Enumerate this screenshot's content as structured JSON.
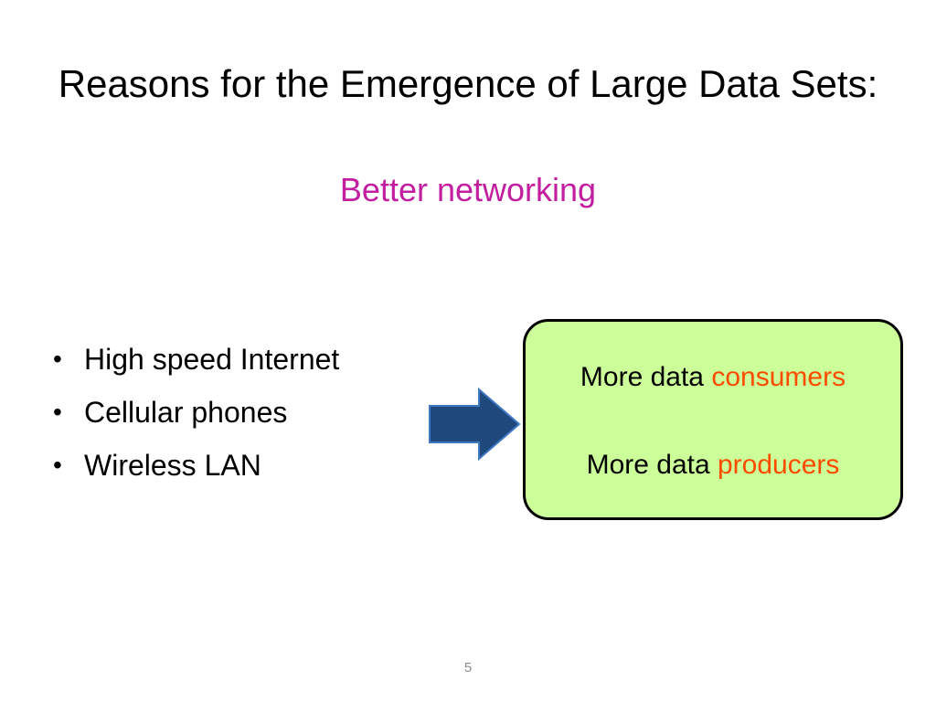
{
  "slide": {
    "title": "Reasons for the Emergence of Large Data Sets:",
    "subtitle": "Better networking",
    "bullets": [
      {
        "label": "High speed Internet"
      },
      {
        "label": "Cellular phones"
      },
      {
        "label": "Wireless LAN"
      }
    ],
    "box": {
      "lines": [
        {
          "prefix": "More data",
          "highlight": "consumers"
        },
        {
          "prefix": "More data",
          "highlight": "producers"
        }
      ]
    },
    "page_number": "5"
  },
  "colors": {
    "subtitle": "#c21ea0",
    "highlight": "#ff4b00",
    "box_fill": "#ccff99",
    "arrow_fill": "#1f497d",
    "arrow_stroke": "#3f78c4"
  },
  "icons": {
    "bullet": "•",
    "arrow": "right-arrow-icon"
  }
}
